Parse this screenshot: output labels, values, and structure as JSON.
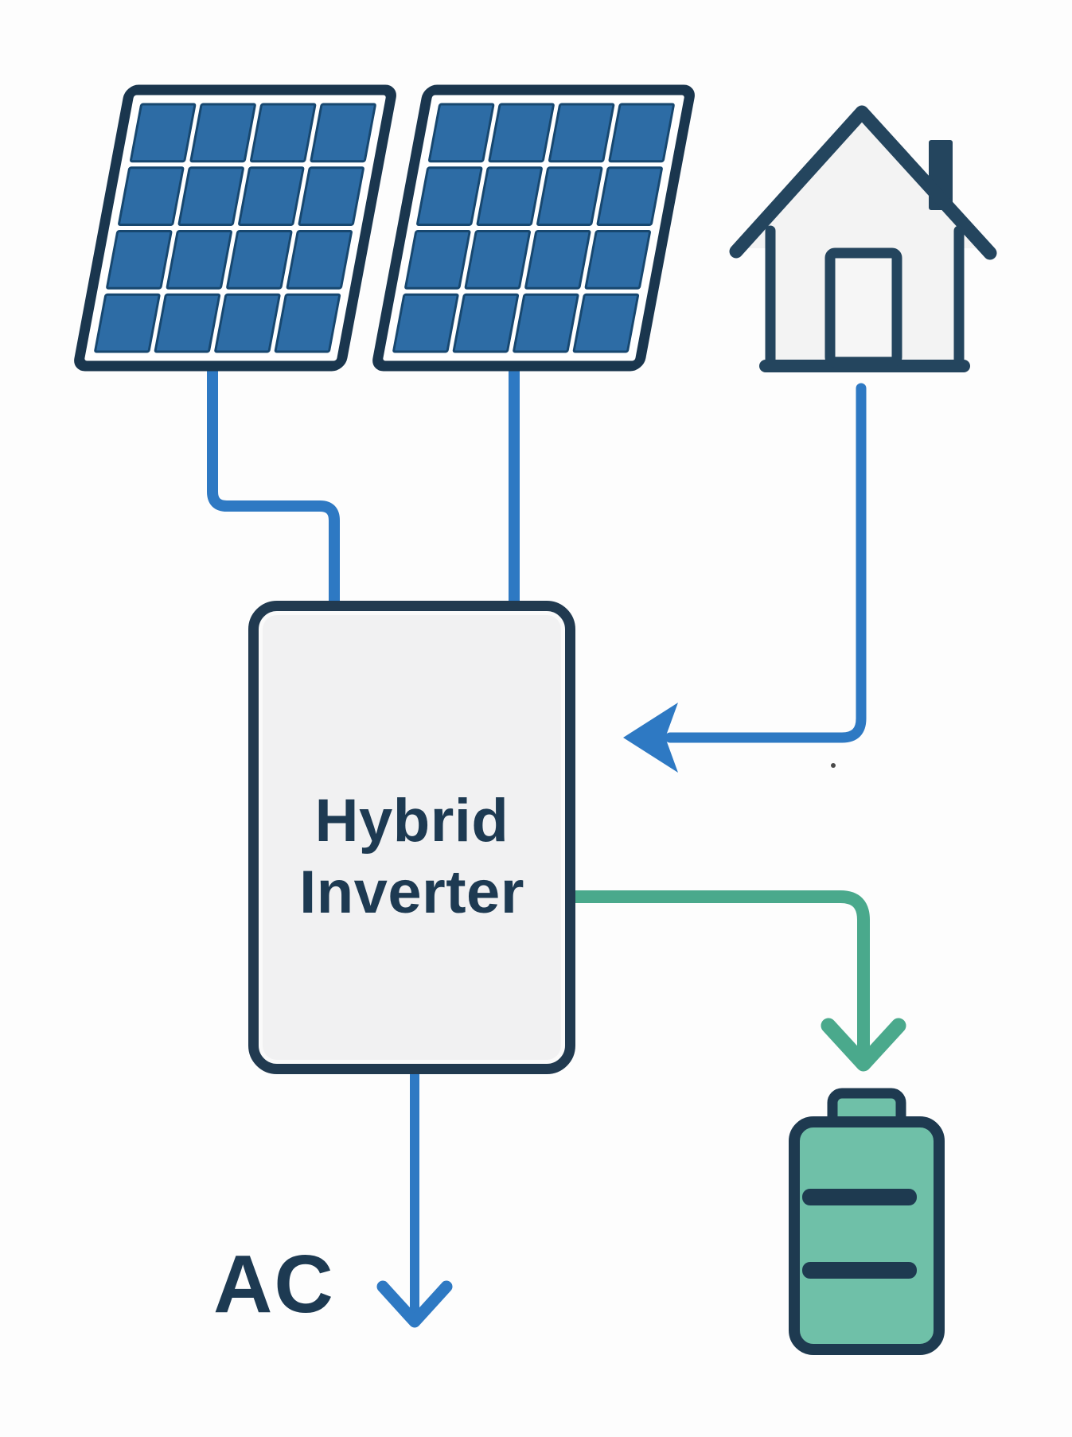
{
  "colors": {
    "background": "#fdfdfd",
    "wire_blue": "#2e79c3",
    "wire_green": "#4aa98c",
    "panel_cell_blue": "#2d6ca5",
    "panel_cell_edge": "#17476f",
    "panel_frame_navy": "#1a364e",
    "house_navy": "#24455e",
    "icon_fill": "#f3f3f3",
    "inverter_border_navy": "#213a50",
    "inverter_fill": "#f1f1f2",
    "text_navy": "#1d3a52",
    "battery_fill_green": "#6fc0a8",
    "battery_outline_navy": "#1e3a50"
  },
  "nodes": {
    "solar_panel_1": {
      "icon": "solar-panel-icon",
      "rows": 4,
      "cols": 4
    },
    "solar_panel_2": {
      "icon": "solar-panel-icon",
      "rows": 4,
      "cols": 4
    },
    "house": {
      "icon": "house-icon"
    },
    "inverter": {
      "label_line1": "Hybrid",
      "label_line2": "Inverter"
    },
    "battery": {
      "icon": "battery-icon",
      "segments": 3
    },
    "ac_output": {
      "label": "AC"
    }
  },
  "connections": [
    {
      "from": "solar_panel_1",
      "to": "inverter",
      "color": "blue",
      "arrowhead": false
    },
    {
      "from": "solar_panel_2",
      "to": "inverter",
      "color": "blue",
      "arrowhead": false
    },
    {
      "from": "house",
      "to": "inverter",
      "color": "blue",
      "arrowhead": true
    },
    {
      "from": "inverter",
      "to": "battery",
      "color": "green",
      "arrowhead": true
    },
    {
      "from": "inverter",
      "to": "ac_output",
      "color": "blue",
      "arrowhead": true
    }
  ]
}
